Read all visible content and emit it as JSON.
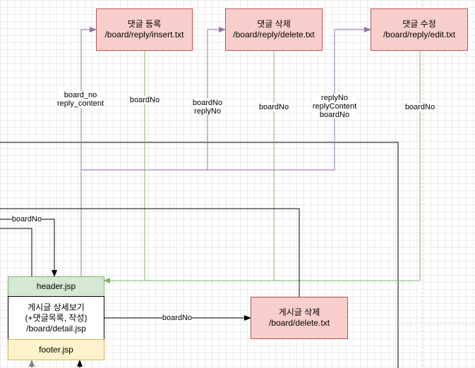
{
  "api": {
    "insert": {
      "title": "댓글 등록",
      "path": "/board/reply/insert.txt"
    },
    "delete": {
      "title": "댓글 삭제",
      "path": "/board/reply/delete.txt"
    },
    "edit": {
      "title": "댓글 수정",
      "path": "/board/reply/edit.txt"
    }
  },
  "page": {
    "header": "header.jsp",
    "detail": {
      "line1": "게시글 상세보기",
      "line2": "(+댓글목록, 작성)",
      "line3": "/board/detail.jsp"
    },
    "footer": "footer.jsp"
  },
  "board_delete": {
    "title": "게시글 삭제",
    "path": "/board/delete.txt"
  },
  "labels": {
    "insert_params": [
      "board_no",
      "reply_content"
    ],
    "delete_params": [
      "boardNo",
      "replyNo"
    ],
    "edit_params": [
      "replyNo",
      "replyContent",
      "boardNo"
    ],
    "boardNo": "boardNo"
  },
  "colors": {
    "purple_edge": "#9673a6",
    "green_edge": "#82b366",
    "api_fill": "#f8cecc",
    "header_fill": "#d5e8d4",
    "footer_fill": "#fff2cc"
  }
}
